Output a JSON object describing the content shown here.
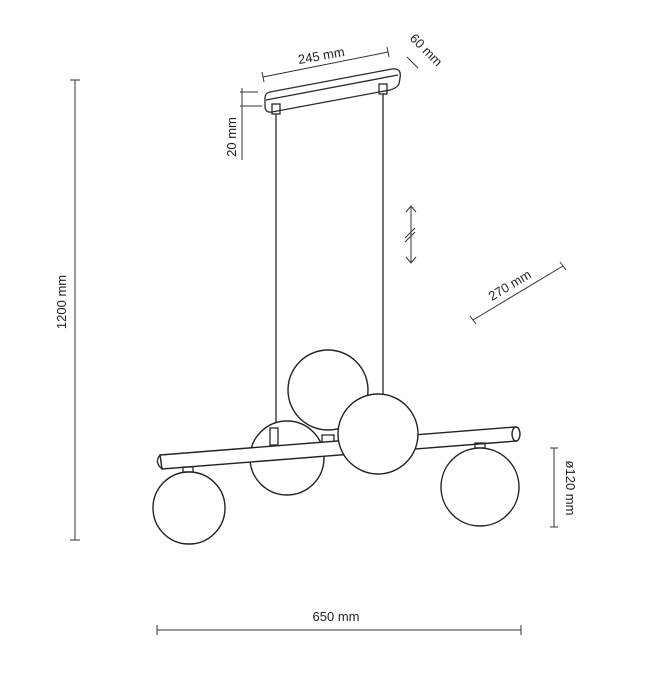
{
  "title": "Pendant lamp dimension drawing",
  "dimensions": {
    "total_height": "1200 mm",
    "total_width": "650 mm",
    "canopy_length": "245 mm",
    "canopy_width": "60 mm",
    "canopy_height": "20 mm",
    "depth": "270 mm",
    "globe_diameter": "ø120 mm"
  }
}
